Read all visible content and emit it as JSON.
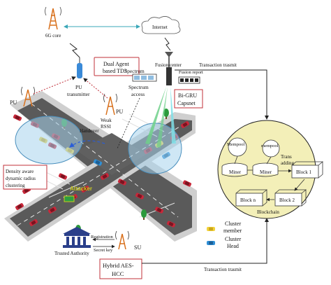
{
  "labels": {
    "core_6g": "6G core",
    "internet": "Internet",
    "fusion_center": "Fusion center",
    "transaction_top": "Transaction trasmit",
    "dual_agent_l1": "Dual Agent",
    "dual_agent_l2": "based TD3",
    "pu_transmitter_l1": "PU",
    "pu_transmitter_l2": "transmitter",
    "spectrum_box": "Spectrum",
    "fusion_report": "Fusion report",
    "spectrum_access_l1": "Spectrum",
    "spectrum_access_l2": "access",
    "bigru_l1": "Bi-GRU",
    "bigru_l2": "Capsnet",
    "pu_left": "PU",
    "pu_mid": "PU",
    "weak_rssi_l1": "Weak",
    "weak_rssi_l2": "RSSI",
    "handover": "Handover",
    "density_l1": "Density aware",
    "density_l2": "dynamic radius",
    "density_l3": "clustering",
    "attacker": "Attacker",
    "registration": "Registration",
    "secret_key": "Secret key",
    "trusted_authority": "Trusted Authority",
    "su": "SU",
    "hybrid_l1": "Hybrid AES-",
    "hybrid_l2": "HCC",
    "cluster_member_l1": "Cluster",
    "cluster_member_l2": "member",
    "cluster_head_l1": "Cluster",
    "cluster_head_l2": "Head",
    "transaction_bottom": "Transaction trasmit",
    "mempool_1": "Mempool",
    "mempool_2": "mempool",
    "miner_1": "Miner",
    "miner_2": "Miner",
    "trans_adding_l1": "Trans",
    "trans_adding_l2": "adding",
    "block_1": "Block 1",
    "block_2": "Block 2",
    "block_n": "Block n",
    "blockchain": "Blockchain"
  },
  "colors": {
    "road": "#5a5a5a",
    "road_line": "#dcdcdc",
    "sidewalk": "#c9c9c9",
    "cluster_fill": "#a8d4ec",
    "blockchain_fill": "#f3efb8",
    "accent_red": "#c0303a",
    "beam_green": "#6fd08a",
    "beam_cyan": "#7fe0e8"
  }
}
